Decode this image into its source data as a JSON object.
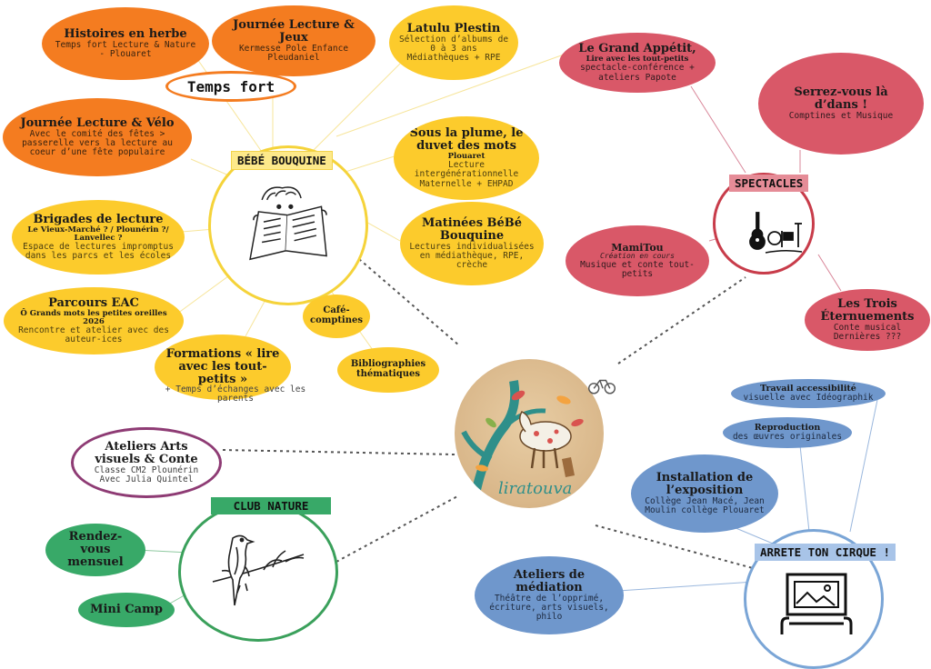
{
  "colors": {
    "orange": "#f47c20",
    "yellow": "#fccb2c",
    "red": "#d95868",
    "blue": "#6f97cc",
    "green": "#38a968",
    "purple": "#8e3b74",
    "bebe_ring": "#f5d33a",
    "spectacles_ring": "#c83c4a",
    "arrete_ring": "#7aa5d6",
    "nature_ring": "#3aa05b"
  },
  "bebe_bouquine": {
    "label": "BÉBÉ BOUQUINE",
    "icon": "child-reading-book-icon"
  },
  "spectacles": {
    "label": "SPECTACLES",
    "icon": "guitar-drums-icon"
  },
  "arrete_ton_cirque": {
    "label": "ARRETE TON CIRQUE !",
    "icon": "framed-picture-icon"
  },
  "club_nature": {
    "label": "CLUB NATURE",
    "icon": "bird-on-branch-icon"
  },
  "center": {
    "logo_text": "liratouva",
    "icon": "liratouva-logo-illustration"
  },
  "temps_fort": {
    "label": "Temps fort"
  },
  "nodes": {
    "histoires": {
      "title": "Histoires en herbe",
      "desc": "Temps fort Lecture & Nature - Plouaret"
    },
    "journee_lecture_jeux": {
      "title": "Journée Lecture & Jeux",
      "desc": "Kermesse Pole Enfance Pleudaniel"
    },
    "latulu": {
      "title": "Latulu Plestin",
      "desc": "Sélection d’albums de 0 à 3 ans Médiathèques + RPE"
    },
    "journee_velo": {
      "title": "Journée Lecture & Vélo",
      "desc": "Avec le comité des fêtes > passerelle vers la lecture au coeur d’une fête populaire"
    },
    "sous_la_plume": {
      "title": "Sous la plume, le duvet des mots",
      "sub": "Plouaret",
      "desc": "Lecture intergénérationnelle Maternelle + EHPAD"
    },
    "matinees": {
      "title": "Matinées BéBé Bouquine",
      "desc": "Lectures individualisées en médiathèque, RPE, crèche"
    },
    "brigades": {
      "title": "Brigades de lecture",
      "sub": "Le Vieux-Marché ? / Plounérin ?/ Lanvellec ?",
      "desc": "Espace de lectures impromptus dans les parcs et les écoles"
    },
    "parcours": {
      "title": "Parcours EAC",
      "sub": "Ô Grands mots les petites oreilles 2026",
      "desc": "Rencontre et atelier avec des auteur-ices"
    },
    "cafe": {
      "title": "Café-comptines"
    },
    "formations": {
      "title": "Formations « lire avec les tout-petits »",
      "desc": "+ Temps d’échanges avec les parents"
    },
    "biblio": {
      "title": "Bibliographies thématiques"
    },
    "grand_appetit": {
      "title": "Le Grand Appétit,",
      "sub": "Lire avec les tout-petits",
      "desc": "spectacle-conférence + ateliers Papote"
    },
    "serrez": {
      "title": "Serrez-vous là d’dans !",
      "desc": "Comptines et Musique"
    },
    "mamitou": {
      "title": "MamiTou",
      "sub": "Création en cours",
      "desc": "Musique et conte tout-petits"
    },
    "trois": {
      "title": "Les Trois Éternuements",
      "desc": "Conte musical Dernières ???"
    },
    "travail": {
      "title": "Travail accessibilité",
      "desc": "visuelle avec Idéographik"
    },
    "reproduction": {
      "title": "Reproduction",
      "desc": "des œuvres originales"
    },
    "installation": {
      "title": "Installation de l’exposition",
      "desc": "Collège Jean Macé, Jean Moulin collège Plouaret"
    },
    "mediation": {
      "title": "Ateliers de médiation",
      "desc": "Théâtre de l’opprimé, écriture, arts visuels, philo"
    },
    "ateliers_arts": {
      "title": "Ateliers Arts visuels & Conte",
      "desc": "Classe CM2 Plounérin Avec Julia Quintel"
    },
    "rendez_vous": {
      "title": "Rendez-vous mensuel"
    },
    "mini_camp": {
      "title": "Mini Camp"
    }
  }
}
